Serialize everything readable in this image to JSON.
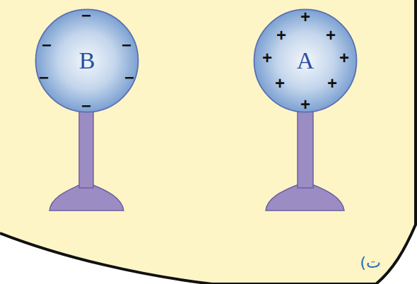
{
  "diagram": {
    "nodes": [
      {
        "text": [
          "B"
        ]
      },
      {
        "text": [
          "A"
        ]
      }
    ],
    "labels": [
      "−",
      "−",
      "−",
      "−",
      "−",
      "−",
      "+",
      "+",
      "+",
      "+",
      "+",
      "+",
      "+",
      "+",
      "ت)"
    ]
  }
}
